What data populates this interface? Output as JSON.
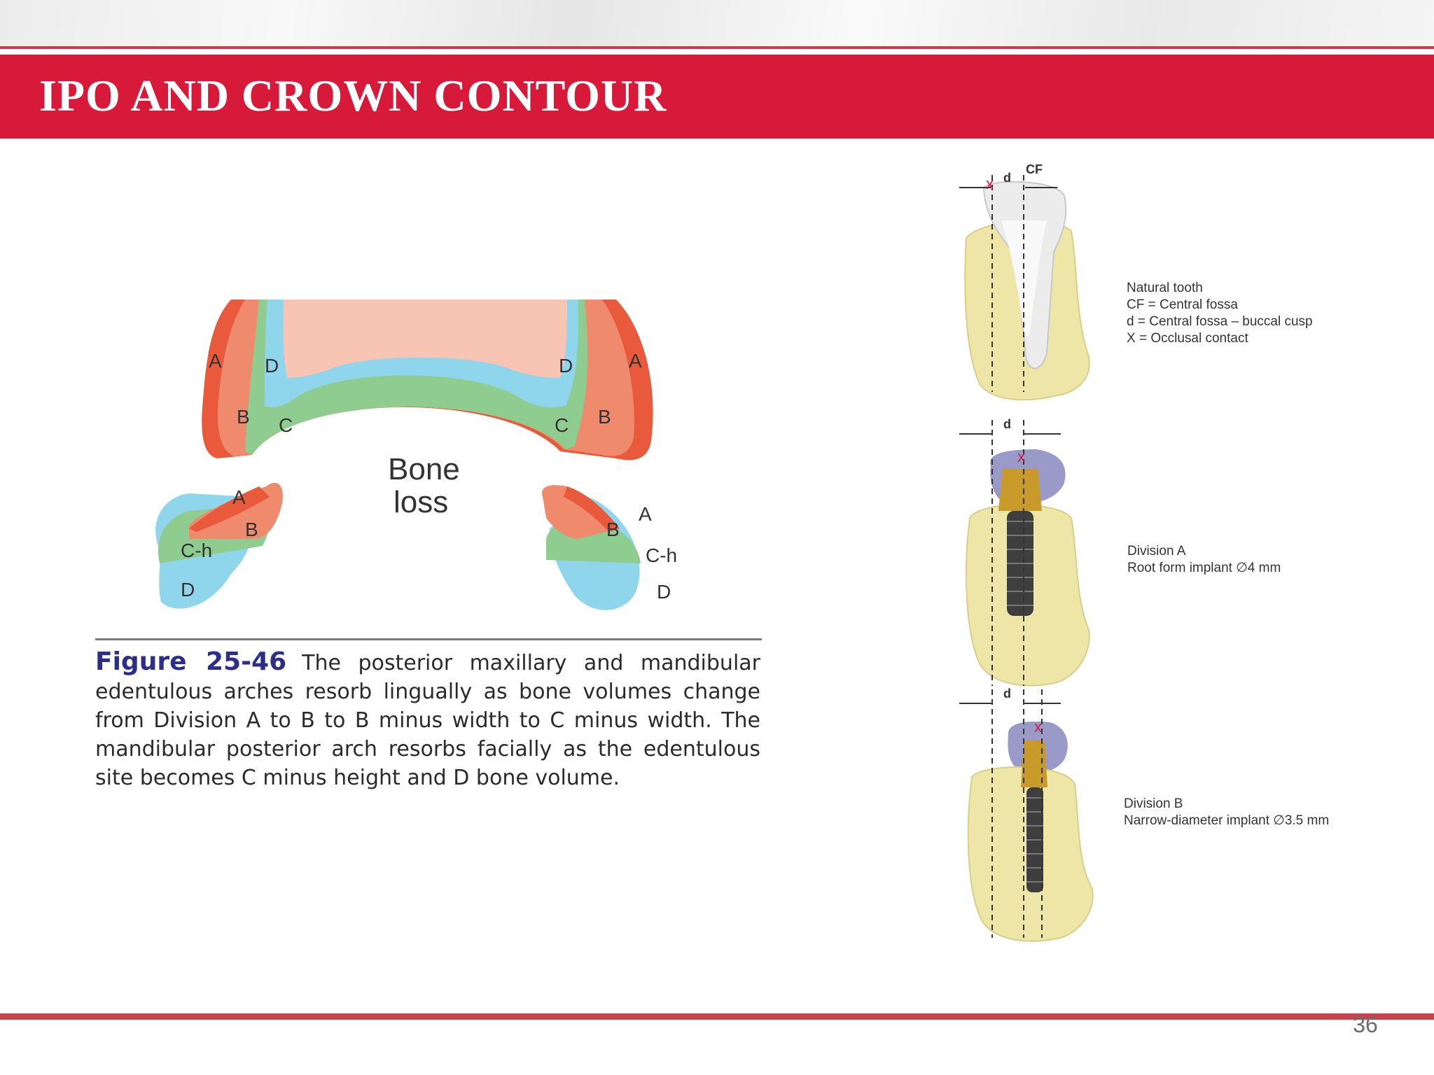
{
  "slide": {
    "title": "IPO AND CROWN CONTOUR",
    "page_number": "36"
  },
  "arch_figure": {
    "labels": {
      "upper_left": [
        "A",
        "D",
        "B",
        "C"
      ],
      "upper_right": [
        "D",
        "A",
        "C",
        "B"
      ],
      "lower_left": [
        "A",
        "B",
        "C-h",
        "D"
      ],
      "lower_right": [
        "B",
        "A",
        "C-h",
        "D"
      ]
    },
    "center_label": [
      "Bone",
      "loss"
    ],
    "caption_label": "Figure 25-46",
    "caption_text": "The posterior maxillary and mandibular edentulous arches resorb lingually as bone volumes change from Division A to B to B minus width to C minus width. The mandibular posterior arch resorbs facially as the edentulous site becomes C minus height and D bone volume."
  },
  "implant_figure": {
    "natural_tooth": {
      "dimension_labels": [
        "d",
        "CF"
      ],
      "legend": [
        "Natural tooth",
        "CF = Central fossa",
        "d = Central fossa – buccal cusp",
        "X = Occlusal contact"
      ]
    },
    "division_a": {
      "dimension_label": "d",
      "legend": [
        "Division A",
        "Root form implant ∅4 mm"
      ]
    },
    "division_b": {
      "dimension_label": "d",
      "legend": [
        "Division B",
        "Narrow-diameter implant ∅3.5 mm"
      ]
    }
  },
  "colors": {
    "title_bar": "#d81a3a",
    "rule": "#c9434f",
    "zone_a": "#e95a3c",
    "zone_b": "#f08a6c",
    "zone_c": "#8fcc8f",
    "zone_d": "#8fd6ec",
    "palate": "#f8c4b4",
    "bone": "#ede6a6",
    "crown": "#9a9ac8",
    "implant_gold": "#c89a2a",
    "caption_label": "#2d2d8a"
  }
}
